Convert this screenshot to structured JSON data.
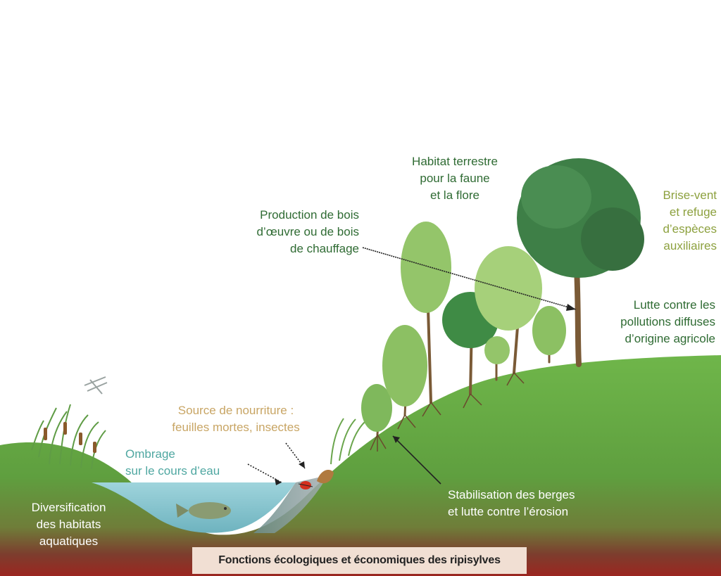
{
  "labels": {
    "habitat": [
      "Habitat terrestre",
      "pour la faune",
      "et la flore"
    ],
    "production": [
      "Production de bois",
      "d’œuvre ou de bois",
      "de chauffage"
    ],
    "brise": [
      "Brise-vent",
      "et refuge",
      "d’espèces",
      "auxiliaires"
    ],
    "lutte": [
      "Lutte contre les",
      "pollutions diffuses",
      "d’origine agricole"
    ],
    "source": [
      "Source de nourriture :",
      "feuilles mortes, insectes"
    ],
    "ombrage": [
      "Ombrage",
      "sur le cours d’eau"
    ],
    "stabilisation": [
      "Stabilisation des berges",
      "et lutte contre l’érosion"
    ],
    "diversification": [
      "Diversification",
      "des habitats",
      "aquatiques"
    ]
  },
  "caption": "Fonctions écologiques et économiques des ripisylves"
}
